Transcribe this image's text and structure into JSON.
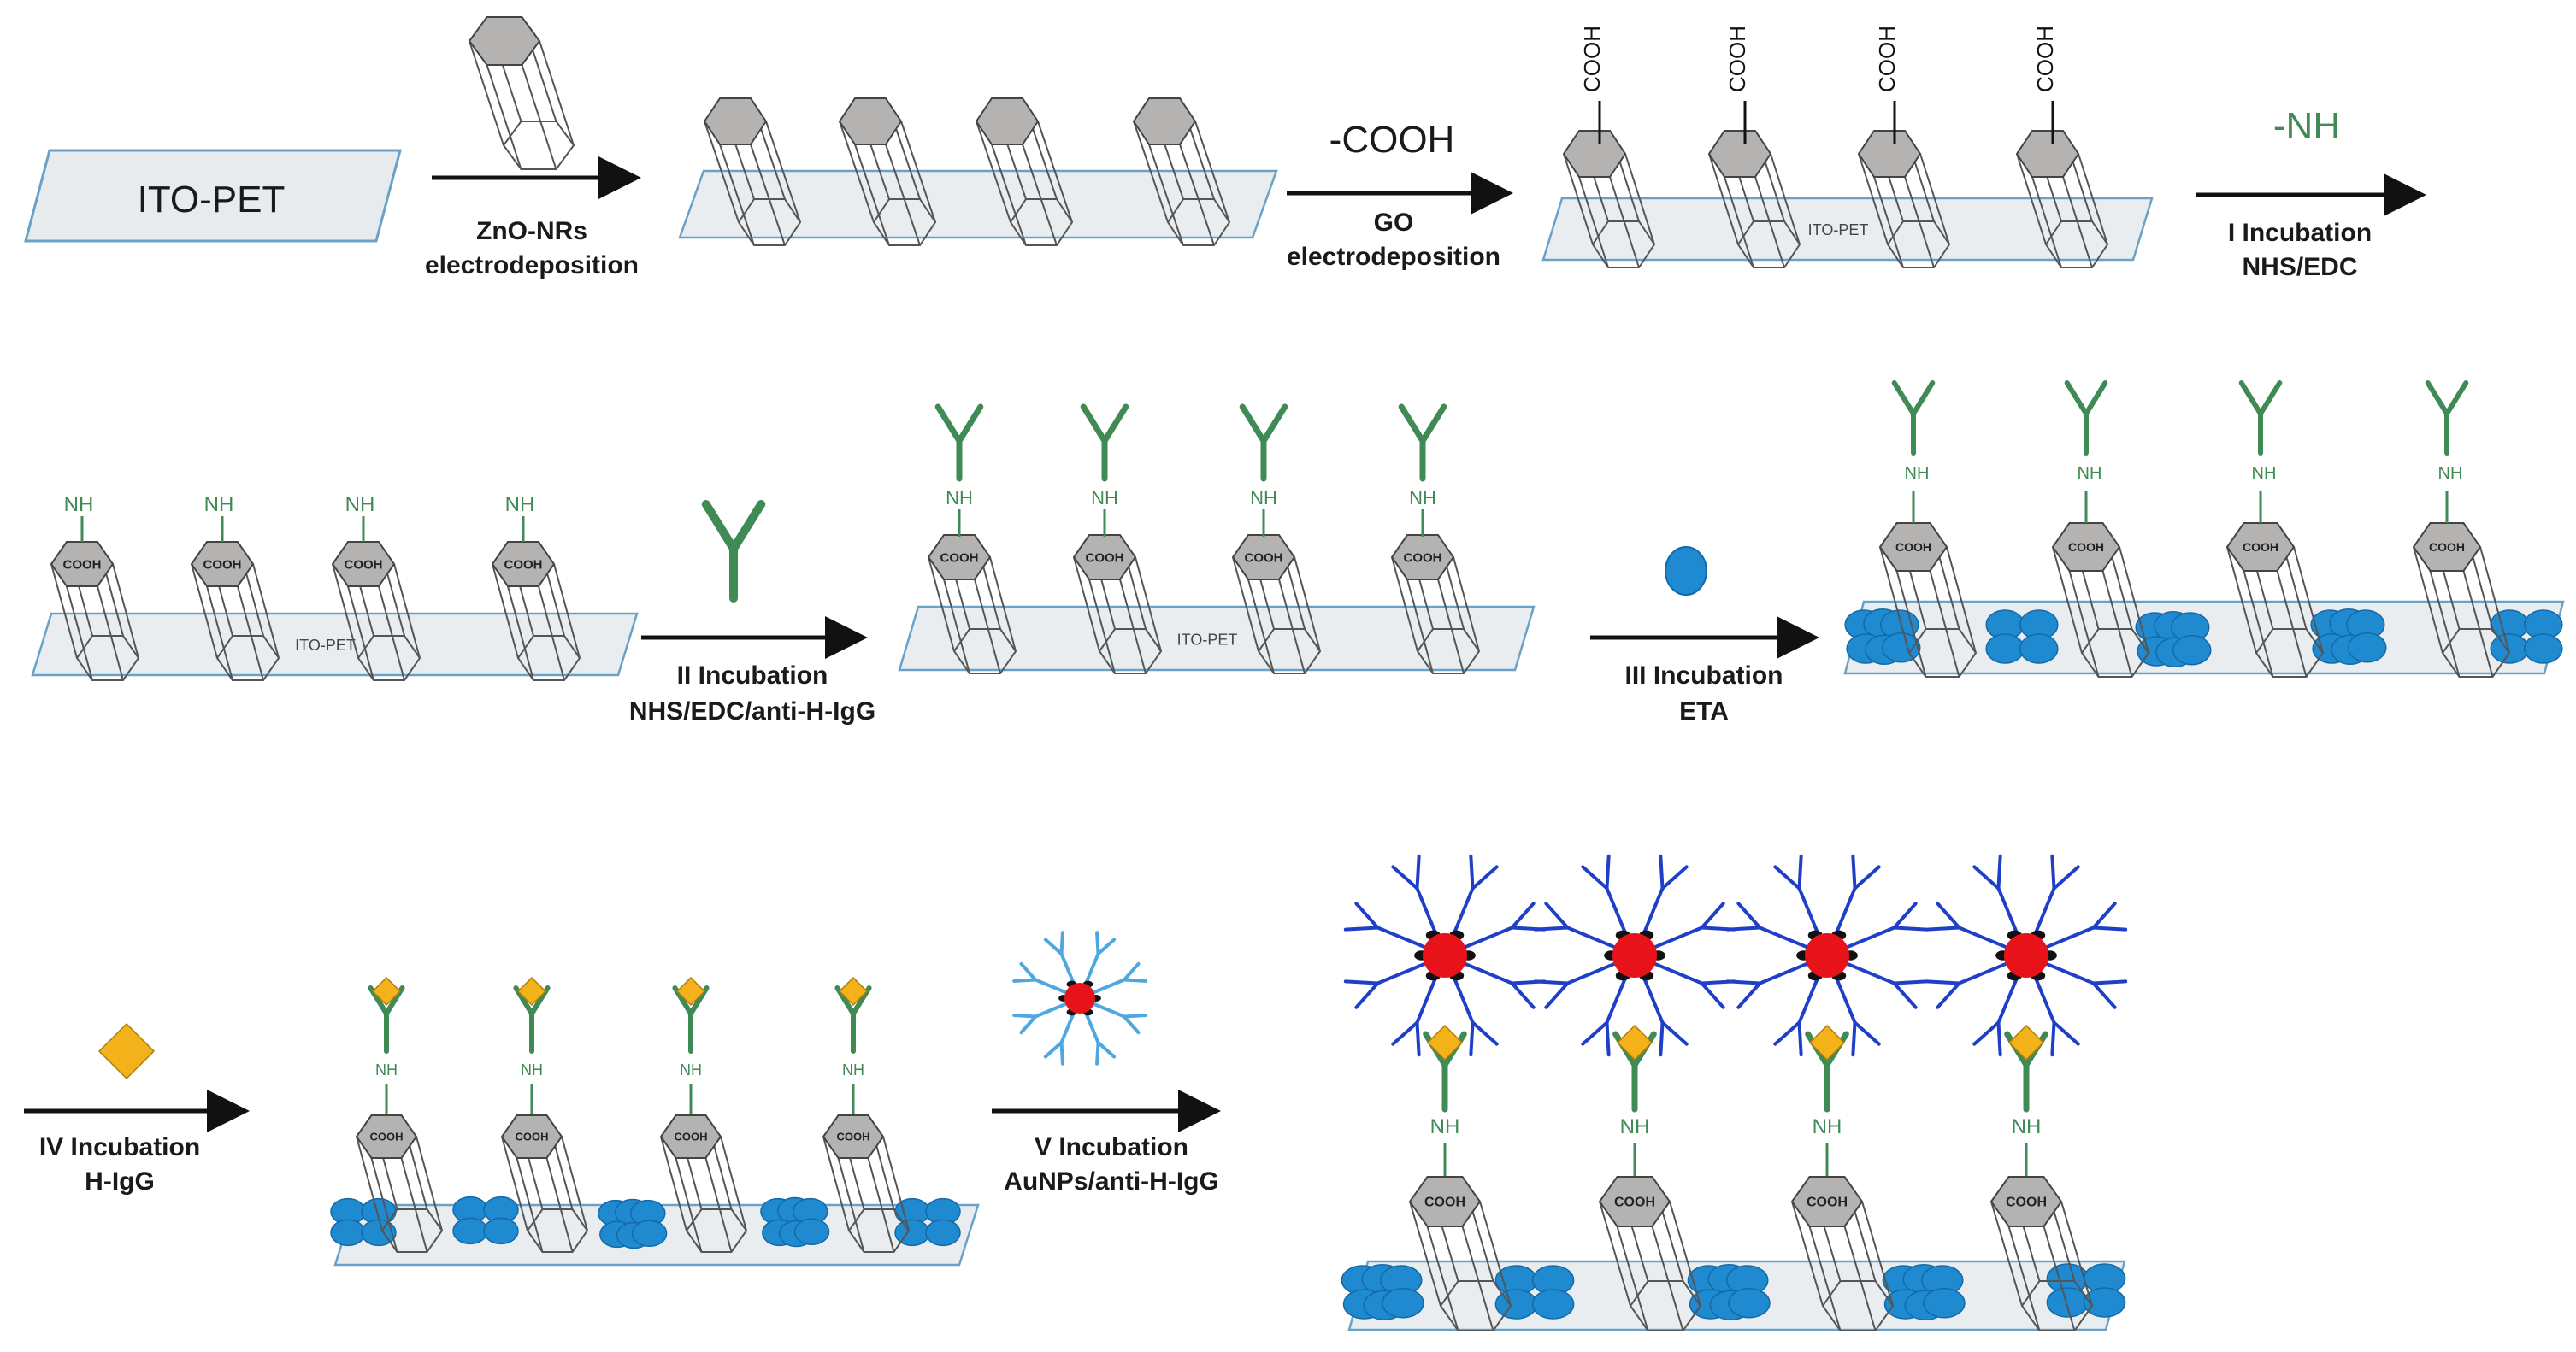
{
  "substrate_label": "ITO-PET",
  "surface_label": "ITO-PET",
  "cooh_label": "COOH",
  "nh_label": "NH",
  "steps": {
    "s1": {
      "line1": "ZnO-NRs",
      "line2": "electrodeposition"
    },
    "s2": {
      "reagent": "-COOH",
      "line1": "GO",
      "line2": "electrodeposition"
    },
    "s3": {
      "reagent": "-NH",
      "line1": "I Incubation",
      "line2": "NHS/EDC"
    },
    "s4": {
      "line1": "II Incubation",
      "line2": "NHS/EDC/anti-H-IgG"
    },
    "s5": {
      "line1": "III Incubation",
      "line2": "ETA"
    },
    "s6": {
      "line1": "IV Incubation",
      "line2": "H-IgG"
    },
    "s7": {
      "line1": "V Incubation",
      "line2": "AuNPs/anti-H-IgG"
    }
  },
  "colors": {
    "hexagon": "#b5b2b2",
    "plate": "#e7ebee",
    "plate_border": "#6aa1c6",
    "antibody": "#3f8a55",
    "eta": "#1f8ad0",
    "antigen": "#f3b21a",
    "aunp": "#e8121b",
    "dendrimer": "#1f3fc6",
    "dendrimer_light": "#4fa7e0"
  }
}
